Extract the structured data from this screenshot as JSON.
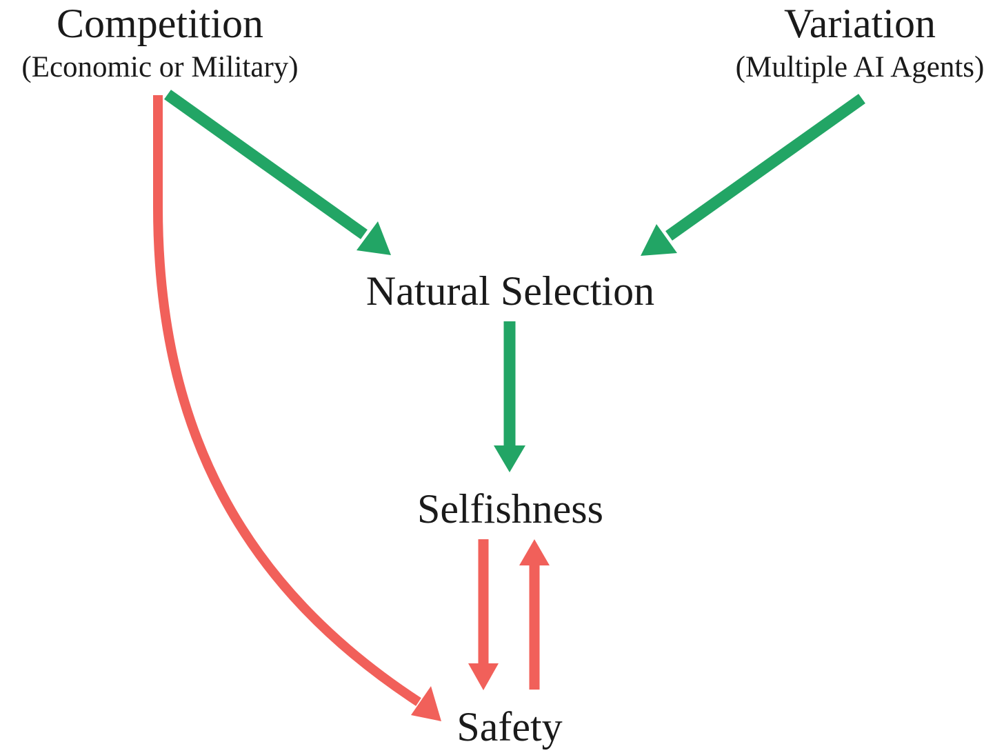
{
  "nodes": {
    "competition": {
      "title": "Competition",
      "subtitle": "(Economic or Military)"
    },
    "variation": {
      "title": "Variation",
      "subtitle": "(Multiple AI Agents)"
    },
    "natural_selection": "Natural Selection",
    "selfishness": "Selfishness",
    "safety": "Safety"
  },
  "colors": {
    "green_arrow": "#22a565",
    "red_arrow": "#f1605a",
    "text": "#1a1a1a",
    "background": "#ffffff"
  }
}
